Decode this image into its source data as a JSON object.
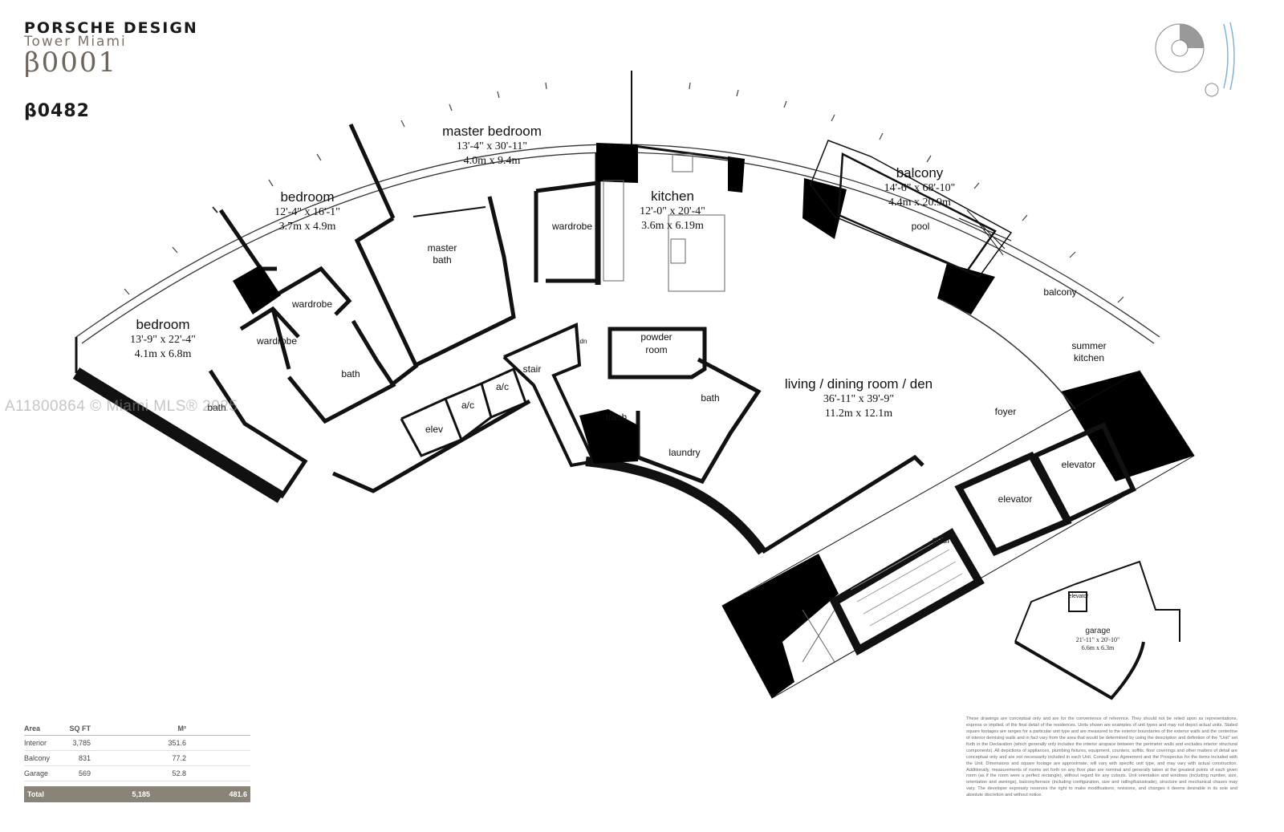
{
  "brand": {
    "line1": "PORSCHE DESIGN",
    "line2": "Tower Miami",
    "line3": "β0001"
  },
  "unit": "β0482",
  "watermark": "A11800864 © Miami MLS® 2025",
  "rooms": {
    "master_bedroom": {
      "name": "master bedroom",
      "imperial": "13'-4\" x 30'-11\"",
      "metric": "4.0m x 9.4m"
    },
    "bedroom_1": {
      "name": "bedroom",
      "imperial": "12'-4\" x 16'-1\"",
      "metric": "3.7m x 4.9m"
    },
    "bedroom_2": {
      "name": "bedroom",
      "imperial": "13'-9\" x 22'-4\"",
      "metric": "4.1m x 6.8m"
    },
    "kitchen": {
      "name": "kitchen",
      "imperial": "12'-0\" x 20'-4\"",
      "metric": "3.6m x 6.19m"
    },
    "balcony_pool": {
      "name": "balcony",
      "imperial": "14'-6\" x 68'-10\"",
      "metric": "4.4m x 20.9m"
    },
    "living": {
      "name": "living / dining room / den",
      "imperial": "36'-11\" x 39'-9\"",
      "metric": "11.2m x 12.1m"
    },
    "garage": {
      "name": "garage",
      "imperial": "21'-11\" x 20'-10\"",
      "metric": "6.6m x 6.3m"
    }
  },
  "small_labels": {
    "wardrobe_kitchen": "wardrobe",
    "master_bath_1": "master",
    "master_bath_2": "bath",
    "pool": "pool",
    "balcony": "balcony",
    "summer_kitchen_1": "summer",
    "summer_kitchen_2": "kitchen",
    "wardrobe_1": "wardrobe",
    "wardrobe_2": "wardrobe",
    "bath_1": "bath",
    "bath_2": "bath",
    "bath_3": "bath",
    "powder_room_1": "powder",
    "powder_room_2": "room",
    "stair_1": "stair",
    "stair_2": "stair",
    "dn": "dn",
    "ac_1": "a/c",
    "ac_2": "a/c",
    "elev": "elev",
    "trash": "trash",
    "laundry": "laundry",
    "foyer": "foyer",
    "elevator_1": "elevator",
    "elevator_2": "elevator",
    "garage_elevator": "elevator"
  },
  "area_table": {
    "headers": [
      "Area",
      "SQ FT",
      "M²"
    ],
    "rows": [
      {
        "label": "Interior",
        "sqft": "3,785",
        "m2": "351.6"
      },
      {
        "label": "Balcony",
        "sqft": "831",
        "m2": "77.2"
      },
      {
        "label": "Garage",
        "sqft": "569",
        "m2": "52.8"
      }
    ],
    "total": {
      "label": "Total",
      "sqft": "5,185",
      "m2": "481.6"
    }
  },
  "disclaimer": "These drawings are conceptual only and are for the convenience of reference. They should not be relied upon as representations, express or implied, of the final detail of the residences. Units shown are examples of unit types and may not depict actual units. Stated square footages are ranges for a particular unit type and are measured to the exterior boundaries of the exterior walls and the centerline of interior demising walls and in fact vary from the area that would be determined by using the description and definition of the \"Unit\" set forth in the Declaration (which generally only includes the interior airspace between the perimeter walls and excludes interior structural components). All depictions of appliances, plumbing fixtures, equipment, counters, soffits, floor coverings and other matters of detail are conceptual only and are not necessarily included in each Unit. Consult your Agreement and the Prospectus for the items included with the Unit. Dimensions and square footage are approximate, will vary with specific unit type, and may vary with actual construction. Additionally, measurements of rooms set forth on any floor plan are nominal and generally taken at the greatest points of each given room (as if the room were a perfect rectangle), without regard for any cutouts. Unit orientation and windows (including number, size, orientation and awnings), balcony/terrace (including configuration, size and railing/balustrade), structure and mechanical chases may vary. The developer expressly reserves the right to make modifications, revisions, and changes it deems desirable in its sole and absolute discretion and without notice."
}
